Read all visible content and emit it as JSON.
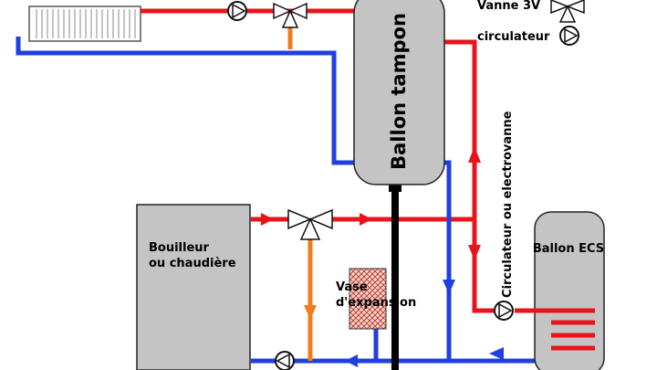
{
  "legend": {
    "valve_label": "Vanne 3V",
    "pump_label": "circulateur"
  },
  "components": {
    "buffer_tank": "Ballon tampon",
    "boiler_line1": "Bouilleur",
    "boiler_line2": "ou chaudière",
    "expansion_line1": "Vase",
    "expansion_line2": "d'expansion",
    "dhw_tank": "Ballon ECS",
    "pump_or_valve_note": "Circulateur ou electrovanne"
  },
  "colors": {
    "hot": "#e8141c",
    "cold": "#1f3fe0",
    "mix": "#f07c1c",
    "tank": "#c4c4c4",
    "chimney": "#000000"
  }
}
